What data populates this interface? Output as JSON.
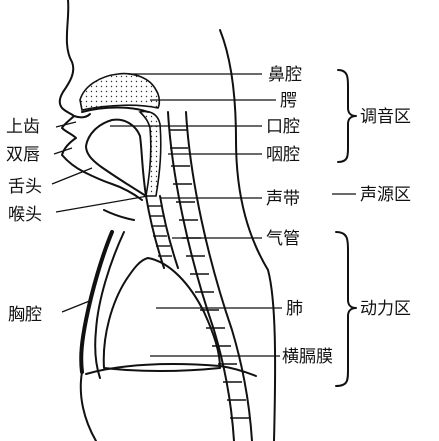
{
  "labels": {
    "nasal_cavity": "鼻腔",
    "palate": "腭",
    "oral_cavity": "口腔",
    "pharynx": "咽腔",
    "vocal_cords": "声带",
    "trachea": "气管",
    "lungs": "肺",
    "diaphragm": "横膈膜",
    "upper_teeth": "上齿",
    "lips": "双唇",
    "tongue": "舌头",
    "larynx": "喉头",
    "thoracic_cavity": "胸腔"
  },
  "groups": {
    "articulation": "调音区",
    "phonation": "声源区",
    "power": "动力区"
  }
}
